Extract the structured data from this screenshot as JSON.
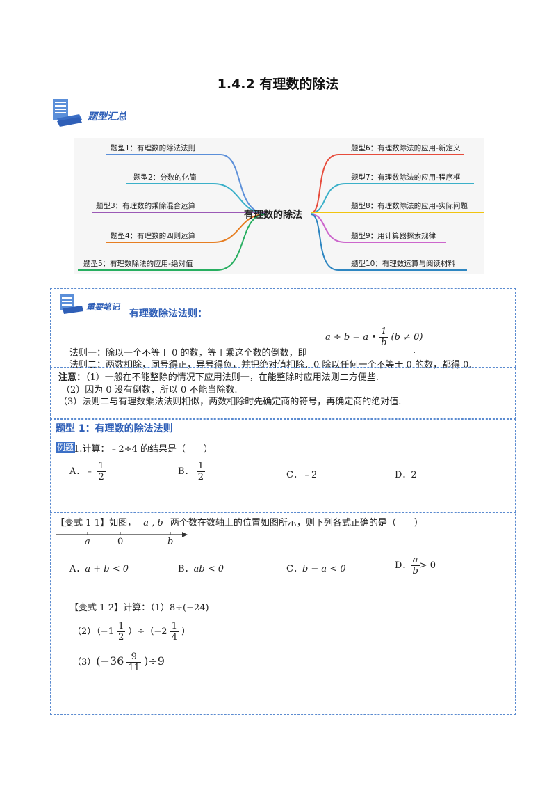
{
  "title": "1.4.2 有理数的除法",
  "section": {
    "label": "题型汇总"
  },
  "mindmap": {
    "center": "有理数的除法",
    "left": [
      "题型1：有理数的除法法则",
      "题型2：分数的化简",
      "题型3：有理数的乘除混合运算",
      "题型4：有理数的四则运算",
      "题型5：有理数除法的应用-绝对值"
    ],
    "right": [
      "题型6：有理数除法的应用-新定义",
      "题型7：有理数除法的应用-程序框",
      "题型8：有理数除法的应用-实际问题",
      "题型9：用计算器探索规律",
      "题型10：有理数运算与阅读材料"
    ],
    "colors": {
      "left": [
        "#5b8fd9",
        "#3bb0c9",
        "#9b59b6",
        "#e67e22",
        "#27ae60"
      ],
      "right": [
        "#e74c3c",
        "#3bb0c9",
        "#f1c40f",
        "#cc66cc",
        "#2e86c1"
      ]
    }
  },
  "notes": {
    "badge": "重要笔记",
    "heading": "有理数除法法则：",
    "formula": {
      "lhs": "a ÷ b = a •",
      "num": "1",
      "den": "b",
      "cond": "(b ≠ 0)"
    },
    "rule1": "法则一：除以一个不等于 0 的数，等于乘这个数的倒数，即",
    "rule1_end": ".",
    "rule2": "法则二：两数相除，同号得正，异号得负，并把绝对值相除．0 除以任何一个不等于 0 的数，都得 0.",
    "note_label": "注意：",
    "note1": "（1）一般在不能整除的情况下应用法则一，在能整除时应用法则二方便些.",
    "note2": "（2）因为 0 没有倒数，所以 0 不能当除数.",
    "note3": "（3）法则二与有理数乘法法则相似，两数相除时先确定商的符号，再确定商的绝对值."
  },
  "type1": {
    "heading": "题型 1：有理数的除法法则",
    "example_tag": "例题",
    "example_q": "1.计算：﹣2÷4 的结果是（　　）",
    "options": [
      {
        "label": "A．﹣",
        "num": "1",
        "den": "2"
      },
      {
        "label": "B．",
        "num": "1",
        "den": "2"
      },
      {
        "label": "C．﹣2"
      },
      {
        "label": "D．2"
      }
    ],
    "v11": {
      "tag": "【变式 1-1】",
      "q_a": "如图，",
      "q_vars": "a , b",
      "q_b": "两个数在数轴上的位置如图所示，则下列各式正确的是（　　）",
      "axis_labels": [
        "a",
        "0",
        "b"
      ],
      "options": [
        "A．",
        "B．",
        "C．",
        "D．"
      ],
      "exprs": [
        "a + b < 0",
        "ab < 0",
        "b − a < 0",
        "> 0"
      ],
      "d_num": "a",
      "d_den": "b"
    },
    "v12": {
      "tag": "【变式 1-2】",
      "q": "计算：（1）8÷(−24)",
      "p2_a": "（2）（−1",
      "p2_f1_num": "1",
      "p2_f1_den": "2",
      "p2_b": "）÷（−2",
      "p2_f2_num": "1",
      "p2_f2_den": "4",
      "p2_c": "）",
      "p3_a": "（3）",
      "p3_b": "(−36",
      "p3_num": "9",
      "p3_den": "11",
      "p3_c": ")÷9"
    }
  }
}
